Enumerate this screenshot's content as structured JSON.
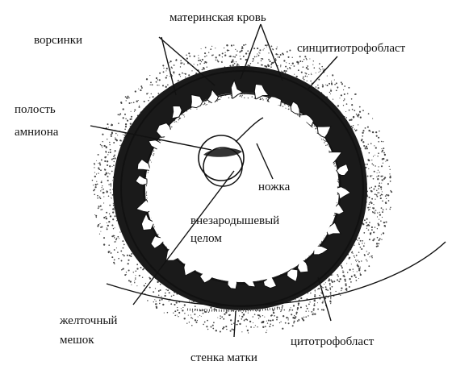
{
  "diagram": {
    "labels": {
      "maternal_blood": "материнская кровь",
      "villi": "ворсинки",
      "syncytiotrophoblast": "синцитиотрофобласт",
      "amnion_cavity_line1": "полость",
      "amnion_cavity_line2": "амниона",
      "stalk": "ножка",
      "coelom_line1": "внезародышевый",
      "coelom_line2": "целом",
      "yolk_sac_line1": "желточный",
      "yolk_sac_line2": "мешок",
      "cytotrophoblast": "цитотрофобласт",
      "uterine_wall": "стенка матки"
    },
    "colors": {
      "ink": "#111111",
      "stipple": "#555555",
      "background": "#ffffff"
    }
  }
}
